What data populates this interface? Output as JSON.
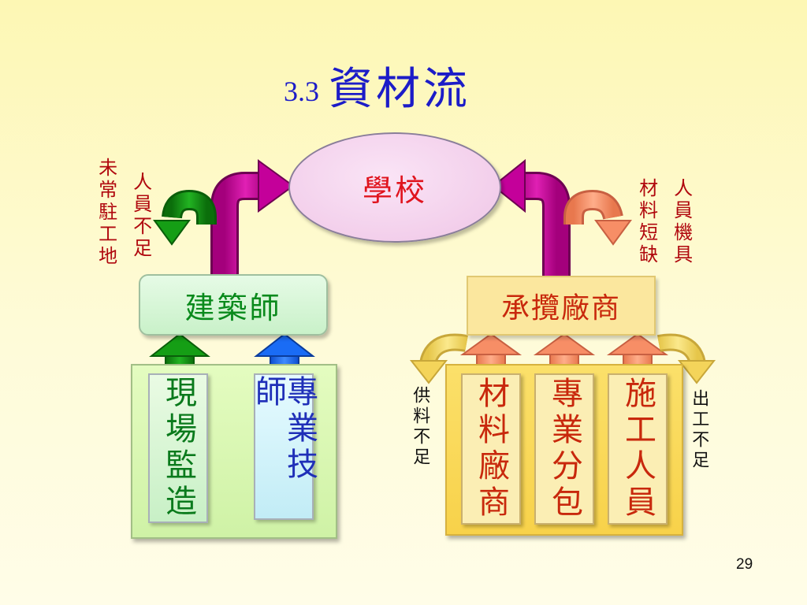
{
  "slide": {
    "title_number": "3.3",
    "title_text": "資材流",
    "page_number": "29"
  },
  "nodes": {
    "school": "學校",
    "architect": "建築師",
    "contractor": "承攬廠商",
    "site_supervision": "現場監造",
    "professional_tech": "專業技師",
    "material_supplier": "材料廠商",
    "subcontractor": "專業分包",
    "workers": "施工人員"
  },
  "notes": {
    "not_resident": "未常駐工地",
    "staff_shortage": "人員不足",
    "personnel_equipment": "人員機具",
    "material_shortage": "材料短缺",
    "supply_shortage": "供料不足",
    "labor_shortage": "出工不足"
  },
  "colors": {
    "title": "#1c1cc8",
    "magenta_arrow": "#cc0099",
    "green_arrow": "#139413",
    "blue_arrow": "#1a6cf5",
    "salmon_arrow": "#f78e66",
    "yellow_arrow": "#f7dc6a",
    "red_text": "#c8280c",
    "green_text": "#0a8a1c"
  }
}
